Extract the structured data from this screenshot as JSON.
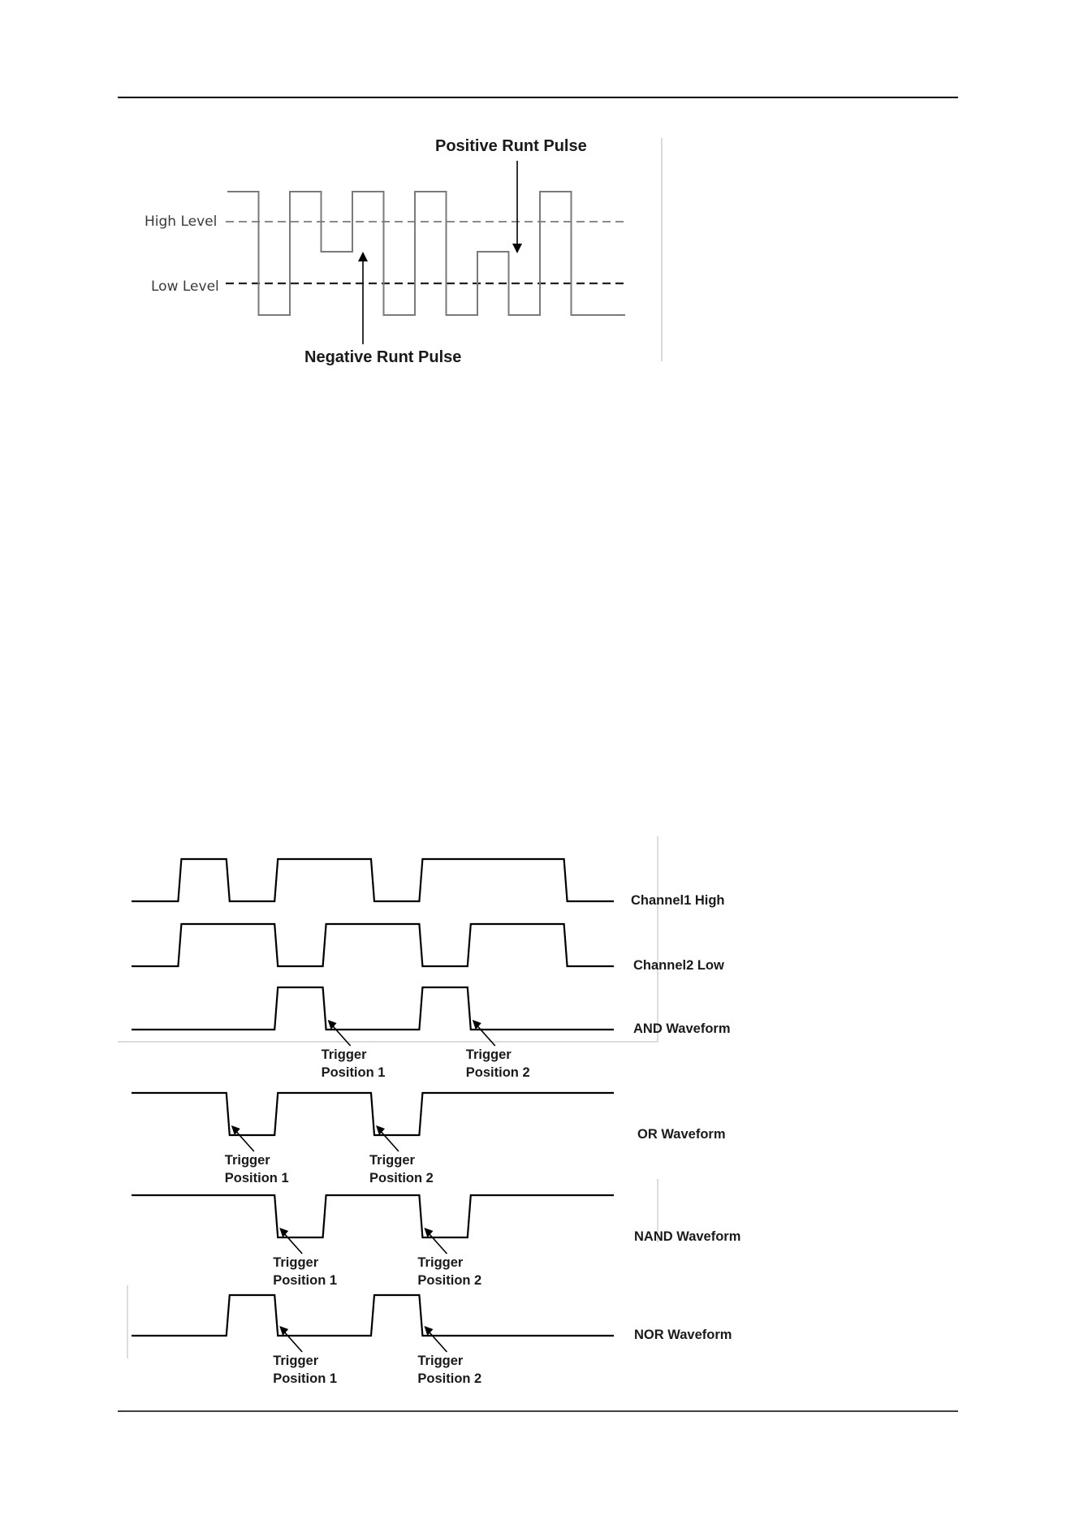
{
  "runt_figure": {
    "labels": {
      "high_level": "High Level",
      "low_level": "Low Level",
      "positive_runt": "Positive Runt Pulse",
      "negative_runt": "Negative Runt Pulse"
    },
    "levels": [
      "high",
      "low",
      "high",
      "runt_low",
      "high",
      "low",
      "high",
      "low",
      "runt_high",
      "low",
      "high",
      "low"
    ]
  },
  "logic_figure": {
    "rows": [
      {
        "label": "Channel1 High",
        "segments": [
          "L",
          "H",
          "L",
          "H",
          "H",
          "L",
          "H",
          "H",
          "H",
          "L",
          "L"
        ],
        "triggers": []
      },
      {
        "label": "Channel2 Low",
        "segments": [
          "L",
          "H",
          "H",
          "L",
          "H",
          "H",
          "L",
          "H",
          "H",
          "L",
          "L"
        ],
        "triggers": []
      },
      {
        "label": "AND Waveform",
        "segments": [
          "L",
          "L",
          "L",
          "H",
          "L",
          "L",
          "H",
          "L",
          "L",
          "L",
          "L"
        ],
        "triggers": [
          {
            "label": "Trigger",
            "sub": "Position 1"
          },
          {
            "label": "Trigger",
            "sub": "Position 2"
          }
        ]
      },
      {
        "label": "OR Waveform",
        "segments": [
          "H",
          "H",
          "L",
          "H",
          "H",
          "L",
          "H",
          "H",
          "H",
          "H",
          "H"
        ],
        "triggers": [
          {
            "label": "Trigger",
            "sub": "Position 1"
          },
          {
            "label": "Trigger",
            "sub": "Position 2"
          }
        ]
      },
      {
        "label": "NAND Waveform",
        "segments": [
          "H",
          "H",
          "H",
          "L",
          "H",
          "H",
          "L",
          "H",
          "H",
          "H",
          "H"
        ],
        "triggers": [
          {
            "label": "Trigger",
            "sub": "Position 1"
          },
          {
            "label": "Trigger",
            "sub": "Position 2"
          }
        ]
      },
      {
        "label": "NOR Waveform",
        "segments": [
          "L",
          "L",
          "H",
          "L",
          "L",
          "H",
          "L",
          "L",
          "L",
          "L",
          "L"
        ],
        "triggers": [
          {
            "label": "Trigger",
            "sub": "Position 1"
          },
          {
            "label": "Trigger",
            "sub": "Position 2"
          }
        ]
      }
    ]
  }
}
